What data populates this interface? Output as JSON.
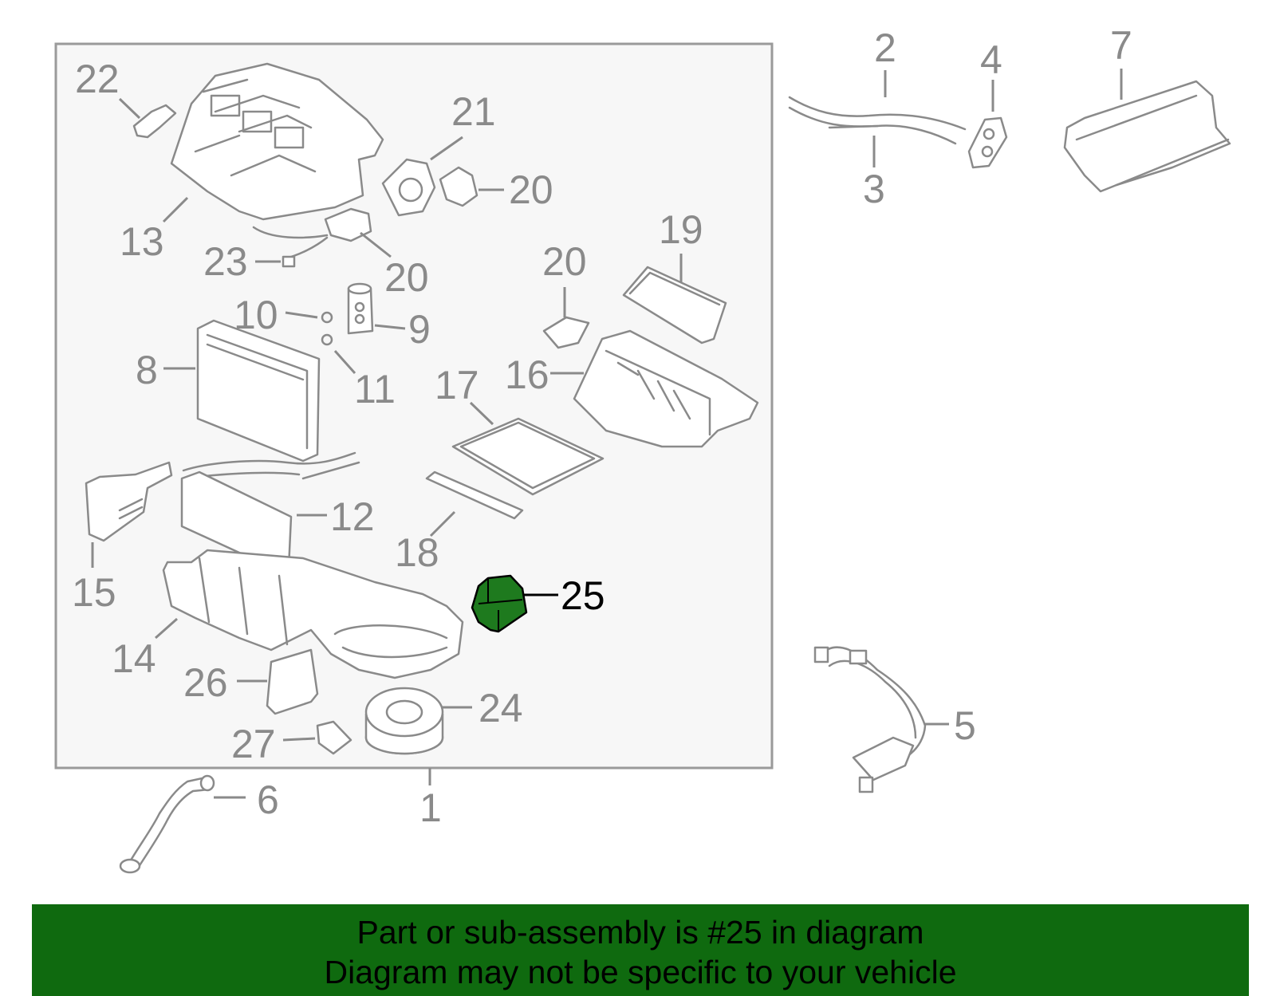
{
  "callouts": {
    "c1": "1",
    "c2": "2",
    "c3": "3",
    "c4": "4",
    "c5": "5",
    "c6": "6",
    "c7": "7",
    "c8": "8",
    "c9": "9",
    "c10": "10",
    "c11": "11",
    "c12": "12",
    "c13": "13",
    "c14": "14",
    "c15": "15",
    "c16": "16",
    "c17": "17",
    "c18": "18",
    "c19": "19",
    "c20a": "20",
    "c20b": "20",
    "c20c": "20",
    "c21": "21",
    "c22": "22",
    "c23": "23",
    "c24": "24",
    "c25": "25",
    "c26": "26",
    "c27": "27"
  },
  "highlight": {
    "part_number": "25",
    "color": "#1e7a1e"
  },
  "banner": {
    "line1": "Part or sub-assembly is #25 in diagram",
    "line2": "Diagram may not be specific to your vehicle",
    "background": "#0f6a0f"
  }
}
